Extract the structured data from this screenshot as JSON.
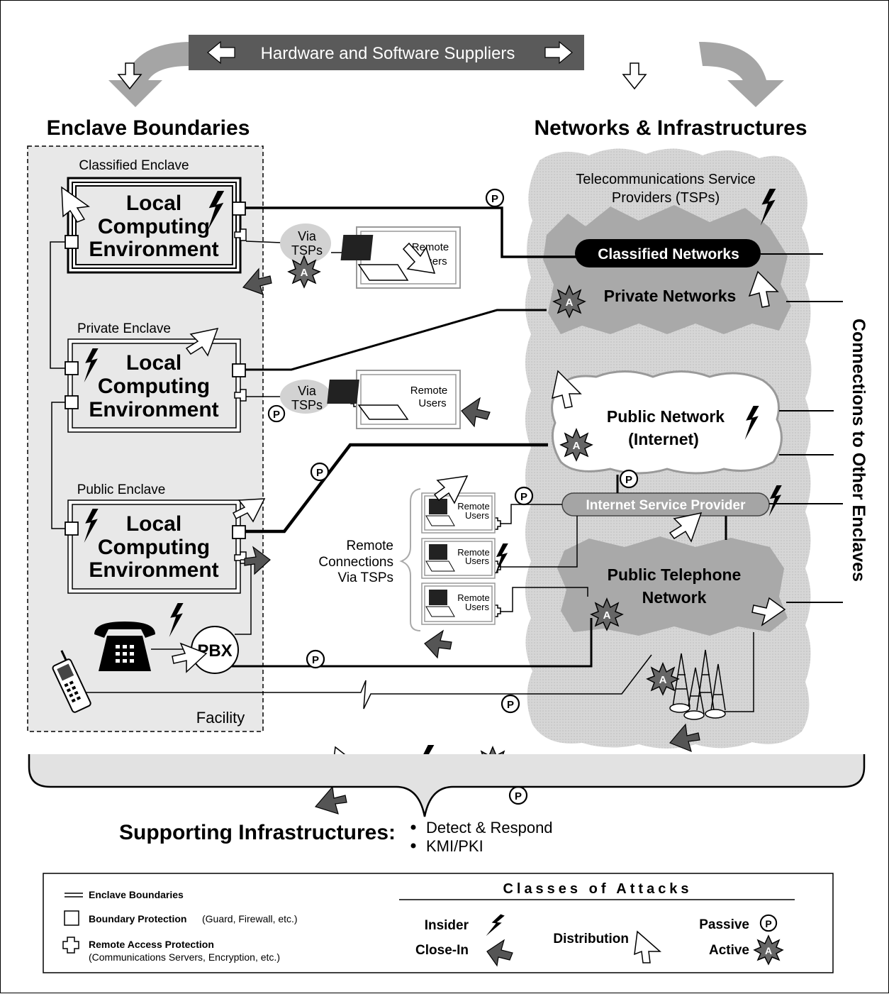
{
  "header": {
    "suppliers": "Hardware and Software Suppliers"
  },
  "sections": {
    "enclave": "Enclave Boundaries",
    "networks": "Networks & Infrastructures",
    "connections": "Connections to Other Enclaves",
    "supporting": "Supporting Infrastructures:"
  },
  "enclaves": {
    "classified": {
      "label": "Classified Enclave"
    },
    "private": {
      "label": "Private Enclave"
    },
    "public": {
      "label": "Public Enclave"
    },
    "lce_line1": "Local",
    "lce_line2": "Computing",
    "lce_line3": "Environment",
    "facility": "Facility",
    "pbx": "PBX"
  },
  "remote": {
    "via": "Via",
    "tsps": "TSPs",
    "remote": "Remote",
    "users": "Users",
    "conn_line1": "Remote",
    "conn_line2": "Connections",
    "conn_line3": "Via TSPs"
  },
  "networks": {
    "tsp_line1": "Telecommunications Service",
    "tsp_line2": "Providers (TSPs)",
    "classified": "Classified Networks",
    "private": "Private Networks",
    "public_line1": "Public  Network",
    "public_line2": "(Internet)",
    "isp": "Internet Service Provider",
    "telephone_line1": "Public Telephone",
    "telephone_line2": "Network"
  },
  "supporting_items": [
    "Detect & Respond",
    "KMI/PKI"
  ],
  "legend": {
    "enclave_boundaries": "Enclave Boundaries",
    "boundary_protection": "Boundary Protection",
    "boundary_protection_note": "(Guard, Firewall, etc.)",
    "remote_access": "Remote Access Protection",
    "remote_access_note": "(Communications Servers, Encryption, etc.)",
    "classes_title": "Classes  of  Attacks",
    "insider": "Insider",
    "close_in": "Close-In",
    "distribution": "Distribution",
    "passive": "Passive",
    "active": "Active",
    "p_symbol": "P",
    "a_symbol": "A"
  },
  "colors": {
    "light_gray": "#e9e9e9",
    "cloud_gray": "#cfcfcf",
    "mid_gray": "#a8a8a8",
    "dark_gray": "#555555",
    "black": "#000000"
  }
}
